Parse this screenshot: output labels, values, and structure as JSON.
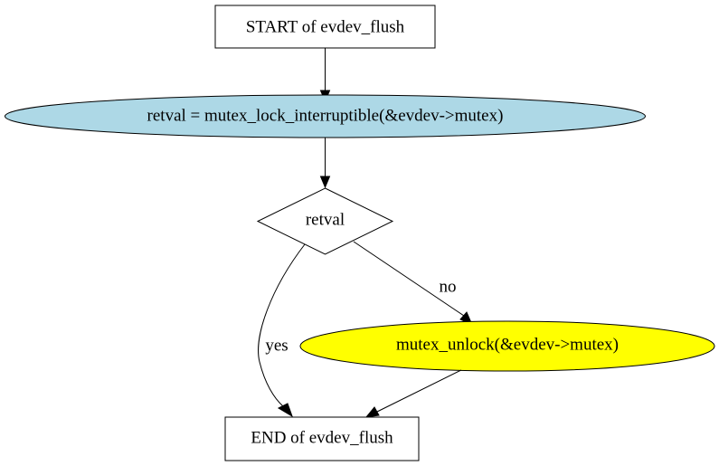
{
  "nodes": {
    "start": {
      "label": "START of evdev_flush"
    },
    "lock": {
      "label": "retval = mutex_lock_interruptible(&evdev->mutex)",
      "fill": "#add8e6"
    },
    "decision": {
      "label": "retval"
    },
    "unlock": {
      "label": "mutex_unlock(&evdev->mutex)",
      "fill": "#ffff00"
    },
    "end": {
      "label": "END of evdev_flush"
    }
  },
  "edges": {
    "yes": {
      "label": "yes"
    },
    "no": {
      "label": "no"
    }
  },
  "colors": {
    "lock_fill": "#add8e6",
    "unlock_fill": "#ffff00",
    "stroke": "#000000"
  }
}
